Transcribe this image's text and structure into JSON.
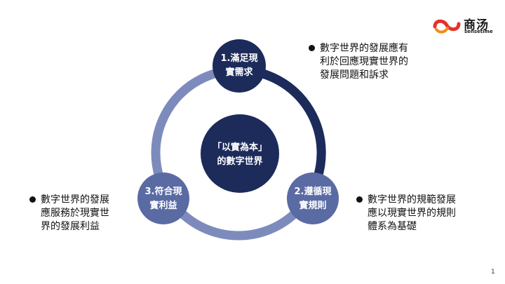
{
  "logo": {
    "name_cn": "商汤",
    "name_en": "sensetime",
    "icon": "sensetime-logo-icon"
  },
  "center": {
    "lines": [
      "「以實為本」",
      "的數字世界"
    ]
  },
  "nodes": [
    {
      "id": "node-1",
      "lines": [
        "1.滿足現",
        "實需求"
      ]
    },
    {
      "id": "node-2",
      "lines": [
        "2.遵循現",
        "實規則"
      ]
    },
    {
      "id": "node-3",
      "lines": [
        "3.符合現",
        "實利益"
      ]
    }
  ],
  "bullets": [
    {
      "lines": [
        "數字世界的發展應有",
        "利於回應現實世界的",
        "發展問題和訴求"
      ]
    },
    {
      "lines": [
        "數字世界的規範發展",
        "應以現實世界的規則",
        "體系為基礎"
      ]
    },
    {
      "lines": [
        "數字世界的發展",
        "應服務於現實世",
        "界的發展利益"
      ]
    }
  ],
  "colors": {
    "dark_navy": "#1c2b5a",
    "mid_blue": "#5a6aa3",
    "light_ring": "#7d8bbc",
    "logo_red": "#e4322b"
  },
  "page_number": "1"
}
